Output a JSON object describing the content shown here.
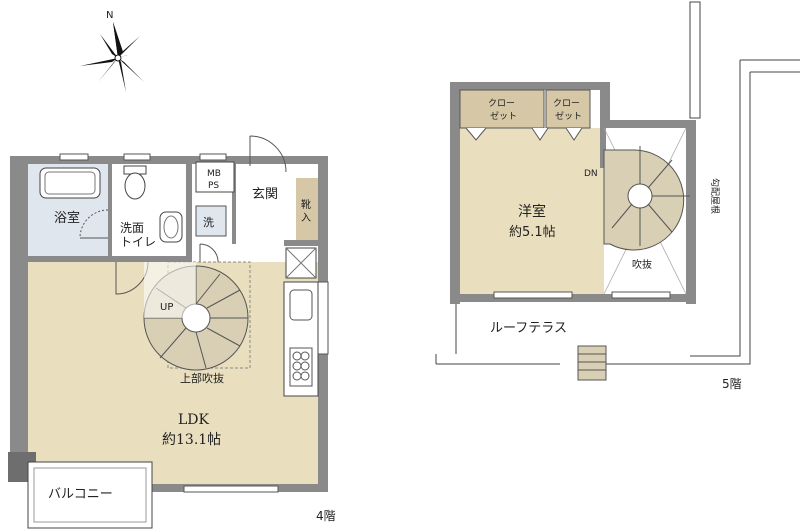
{
  "compass": {
    "north_label": "N"
  },
  "floor4": {
    "floor_label": "4階",
    "rooms": {
      "bath": "浴室",
      "washroom_line1": "洗面",
      "washroom_line2": "トイレ",
      "mbps_line1": "MB",
      "mbps_line2": "PS",
      "washer": "洗",
      "entrance": "玄関",
      "shoe_storage_line1": "靴",
      "shoe_storage_line2": "入",
      "stair_up": "UP",
      "void_above": "上部吹抜",
      "ldk_line1": "LDK",
      "ldk_line2": "約13.1帖",
      "balcony": "バルコニー"
    }
  },
  "floor5": {
    "floor_label": "5階",
    "rooms": {
      "closet1_line1": "クロー",
      "closet1_line2": "ゼット",
      "closet2_line1": "クロー",
      "closet2_line2": "ゼット",
      "western_line1": "洋室",
      "western_line2": "約5.1帖",
      "stair_down": "DN",
      "void": "吹抜",
      "roof_terrace": "ルーフテラス",
      "parapet": "勾配屋根"
    }
  },
  "colors": {
    "wall": "#8a8a8a",
    "wall_dark": "#6e6e6e",
    "floor_tan": "#e9dfbf",
    "wet_area": "#dfe6ee",
    "closet": "#d6c8a6",
    "stair": "#d8cfb4",
    "line": "#333333"
  }
}
